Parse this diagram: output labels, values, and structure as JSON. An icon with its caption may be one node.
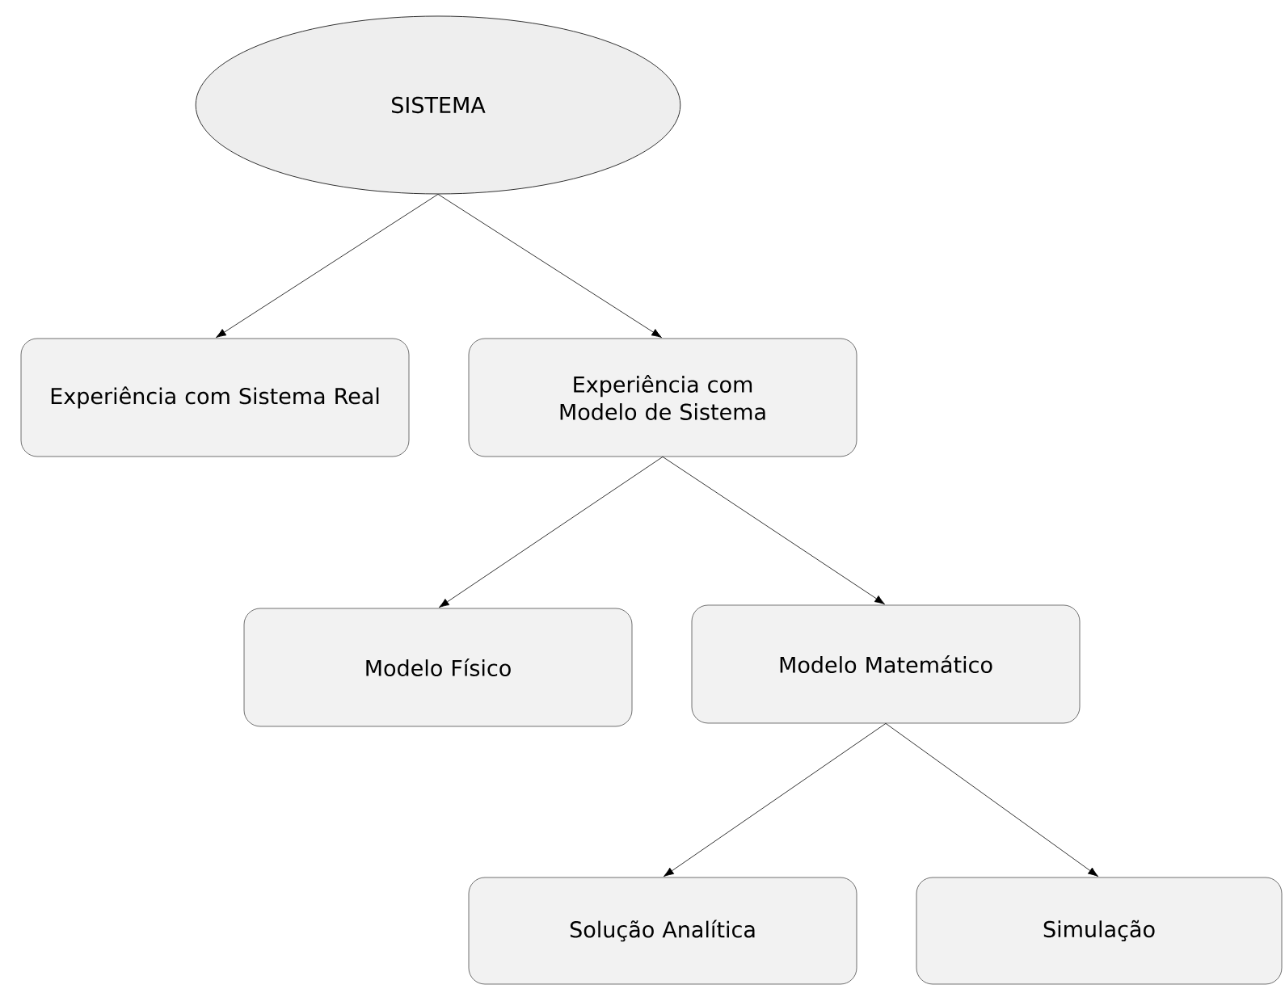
{
  "diagram": {
    "nodes": [
      {
        "text": [
          "SISTEMA"
        ]
      },
      {
        "text": [
          "Experiência com Sistema Real"
        ]
      },
      {
        "text": [
          "Experiência com Modelo de Sistema"
        ]
      },
      {
        "text": [
          "Modelo Físico"
        ]
      },
      {
        "text": [
          "Modelo Matemático"
        ]
      },
      {
        "text": [
          "Solução Analítica"
        ]
      },
      {
        "text": [
          "Simulação"
        ]
      }
    ],
    "edges": [
      {
        "from": 0,
        "to": 1,
        "arrow": "to"
      },
      {
        "from": 0,
        "to": 2,
        "arrow": "to"
      },
      {
        "from": 2,
        "to": 3,
        "arrow": "to"
      },
      {
        "from": 2,
        "to": 4,
        "arrow": "to"
      },
      {
        "from": 4,
        "to": 5,
        "arrow": "to"
      },
      {
        "from": 4,
        "to": 6,
        "arrow": "to"
      }
    ]
  }
}
